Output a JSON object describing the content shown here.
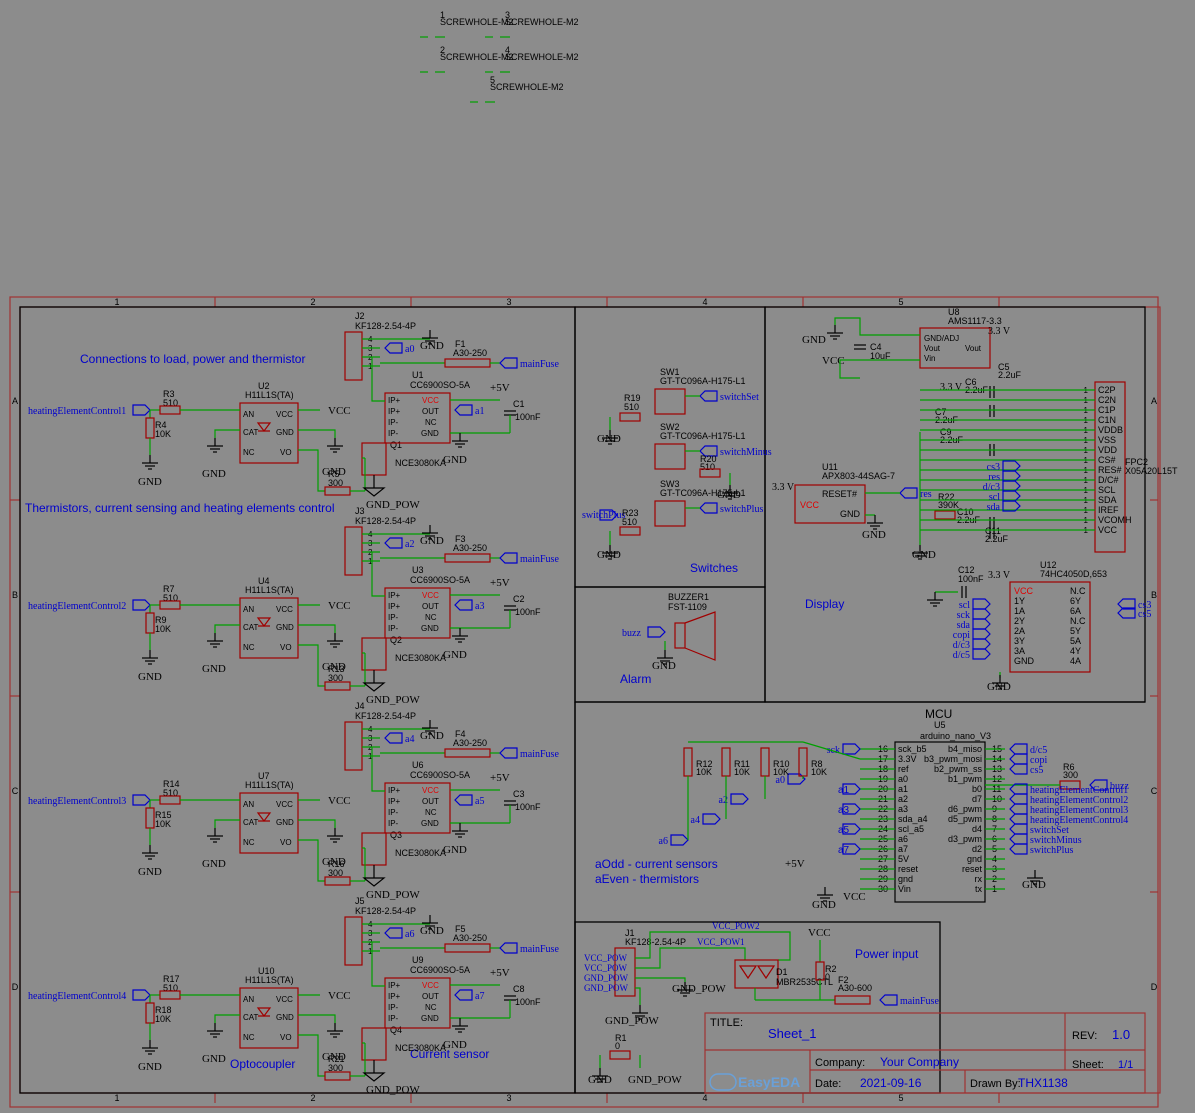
{
  "screwholes": [
    {
      "num": "1",
      "name": "SCREWHOLE-M2"
    },
    {
      "num": "2",
      "name": "SCREWHOLE-M2"
    },
    {
      "num": "3",
      "name": "SCREWHOLE-M2"
    },
    {
      "num": "4",
      "name": "SCREWHOLE-M2"
    },
    {
      "num": "5",
      "name": "SCREWHOLE-M2"
    }
  ],
  "grid": {
    "cols": [
      "1",
      "2",
      "3",
      "4",
      "5"
    ],
    "rows": [
      "A",
      "B",
      "C",
      "D"
    ]
  },
  "sections": {
    "conn": "Connections to load, power and thermistor",
    "therm": "Thermistors, current sensing and heating elements control",
    "switches": "Switches",
    "alarm": "Alarm",
    "display": "Display",
    "mcu": "MCU",
    "power": "Power input",
    "opto": "Optocoupler",
    "cs": "Current sensor",
    "aodd": "aOdd - current sensors",
    "aeven": "aEven - thermistors"
  },
  "channels": [
    {
      "j": "J2",
      "u_opt": "U2",
      "u_cs": "U1",
      "q": "Q1",
      "r_in": "R3",
      "r_in_v": "510",
      "r_pd": "R4",
      "r_pd_v": "10K",
      "r_g": "R5",
      "r_g_v": "300",
      "f": "F1",
      "c": "C1",
      "c_v": "100nF",
      "an_a": "a0",
      "cs_a": "a1",
      "ctrl": "heatingElementControl1"
    },
    {
      "j": "J3",
      "u_opt": "U4",
      "u_cs": "U3",
      "q": "Q2",
      "r_in": "R7",
      "r_in_v": "510",
      "r_pd": "R9",
      "r_pd_v": "10K",
      "r_g": "R13",
      "r_g_v": "300",
      "f": "F3",
      "c": "C2",
      "c_v": "100nF",
      "an_a": "a2",
      "cs_a": "a3",
      "ctrl": "heatingElementControl2"
    },
    {
      "j": "J4",
      "u_opt": "U7",
      "u_cs": "U6",
      "q": "Q3",
      "r_in": "R14",
      "r_in_v": "510",
      "r_pd": "R15",
      "r_pd_v": "10K",
      "r_g": "R16",
      "r_g_v": "300",
      "f": "F4",
      "c": "C3",
      "c_v": "100nF",
      "an_a": "a4",
      "cs_a": "a5",
      "ctrl": "heatingElementControl3"
    },
    {
      "j": "J5",
      "u_opt": "U10",
      "u_cs": "U9",
      "q": "Q4",
      "r_in": "R17",
      "r_in_v": "510",
      "r_pd": "R18",
      "r_pd_v": "10K",
      "r_g": "R21",
      "r_g_v": "300",
      "f": "F5",
      "c": "C8",
      "c_v": "100nF",
      "an_a": "a6",
      "cs_a": "a7",
      "ctrl": "heatingElementControl4"
    }
  ],
  "parts": {
    "conn": "KF128-2.54-4P",
    "fuse": "A30-250",
    "opto": "H11L1S(TA)",
    "cs": "CC6900SO-5A",
    "fet": "NCE3080KA",
    "main_fuse": "mainFuse",
    "gnd": "GND",
    "gnd_pow": "GND_POW",
    "vcc": "VCC",
    "p5v": "+5V",
    "p33": "3.3 V"
  },
  "opto_pins": {
    "an": "AN",
    "cat": "CAT",
    "nc": "NC",
    "vcc": "VCC",
    "gnd": "GND",
    "vo": "VO"
  },
  "cs_pins": {
    "ipp1": "IP+",
    "ipp2": "IP+",
    "ipm1": "IP-",
    "ipm2": "IP-",
    "vcc": "VCC",
    "out": "OUT",
    "nc": "NC",
    "gnd": "GND"
  },
  "switches": [
    {
      "ref": "SW1",
      "part": "GT-TC096A-H175-L1",
      "net": "switchSet",
      "r": "R19",
      "rv": "510"
    },
    {
      "ref": "SW2",
      "part": "GT-TC096A-H175-L1",
      "net": "switchMinus",
      "r": "R20",
      "rv": "510"
    },
    {
      "ref": "SW3",
      "part": "GT-TC096A-H175-L1",
      "net": "switchPlus",
      "r": "R23",
      "rv": "510"
    }
  ],
  "buzzer": {
    "ref": "BUZZER1",
    "part": "FST-1109",
    "net": "buzz"
  },
  "display": {
    "u8": "U8",
    "u8p": "AMS1117-3.3",
    "u8_pins": [
      "GND/ADJ",
      "Vout",
      "Vin",
      "Vout"
    ],
    "c4": "C4",
    "c4v": "10uF",
    "u11": "U11",
    "u11p": "APX803-44SAG-7",
    "u11_pins": [
      "RESET#",
      "VCC",
      "GND"
    ],
    "r22": "R22",
    "r22v": "390K",
    "res": "res",
    "caps": [
      {
        "r": "C5",
        "v": "2.2uF"
      },
      {
        "r": "C6",
        "v": "2.2uF"
      },
      {
        "r": "C7",
        "v": "2.2uF"
      },
      {
        "r": "C9",
        "v": "2.2uF"
      },
      {
        "r": "C10",
        "v": "2.2uF"
      },
      {
        "r": "C11",
        "v": "2.2uF"
      },
      {
        "r": "C12",
        "v": "100nF"
      }
    ],
    "fpc": "FPC2",
    "fpcp": "X05A20L15T",
    "fpc_pins": [
      "C2P",
      "C2N",
      "C1P",
      "C1N",
      "VDDB",
      "VSS",
      "VDD",
      "CS#",
      "RES#",
      "D/C#",
      "SCL",
      "SDA",
      "IREF",
      "VCOMH",
      "VCC"
    ],
    "fpc_nets": [
      "cs3",
      "res",
      "d/c3",
      "scl",
      "sda"
    ],
    "u12": "U12",
    "u12p": "74HC4050D,653",
    "u12_left": [
      "VCC",
      "1Y",
      "1A",
      "2Y",
      "2A",
      "3Y",
      "3A",
      "GND"
    ],
    "u12_right": [
      "N.C",
      "6Y",
      "6A",
      "N.C",
      "5Y",
      "5A",
      "4Y",
      "4A"
    ],
    "u12_in": [
      "scl",
      "sck",
      "sda",
      "copi",
      "d/c3",
      "d/c5"
    ],
    "u12_out": [
      "cs3",
      "cs5"
    ]
  },
  "mcu": {
    "ref": "U5",
    "part": "arduino_nano_V3",
    "left": [
      "sck_b5",
      "3.3V",
      "ref",
      "a0",
      "a1",
      "a2",
      "a3",
      "sda_a4",
      "scl_a5",
      "a6",
      "a7",
      "5V",
      "reset",
      "gnd",
      "Vin"
    ],
    "left_nums": [
      "16",
      "17",
      "18",
      "19",
      "20",
      "21",
      "22",
      "23",
      "24",
      "25",
      "26",
      "27",
      "28",
      "29",
      "30"
    ],
    "right": [
      "b4_miso",
      "b3_pwm_mosi",
      "b2_pwm_ss",
      "b1_pwm",
      "b0",
      "d7",
      "d6_pwm",
      "d5_pwm",
      "d4",
      "d3_pwm",
      "d2",
      "gnd",
      "reset",
      "rx",
      "tx"
    ],
    "right_nums": [
      "15",
      "14",
      "13",
      "12",
      "11",
      "10",
      "9",
      "8",
      "7",
      "6",
      "5",
      "4",
      "3",
      "2",
      "1"
    ],
    "right_nets": [
      "d/c5",
      "copi",
      "cs5",
      "buzz",
      "heatingElementControl1",
      "heatingElementControl2",
      "heatingElementControl3",
      "heatingElementControl4",
      "switchSet",
      "switchMinus",
      "switchPlus"
    ],
    "pullups": [
      {
        "r": "R12",
        "v": "10K"
      },
      {
        "r": "R11",
        "v": "10K"
      },
      {
        "r": "R10",
        "v": "10K"
      },
      {
        "r": "R8",
        "v": "10K"
      }
    ],
    "r6": "R6",
    "r6v": "300",
    "sck": "sck"
  },
  "power": {
    "j1": "J1",
    "j1p": "KF128-2.54-4P",
    "nets": [
      "VCC_POW",
      "VCC_POW",
      "GND_POW",
      "GND_POW"
    ],
    "vp2": "VCC_POW2",
    "vp1": "VCC_POW1",
    "d1": "D1",
    "d1p": "MBR2535CTL",
    "r2": "R2",
    "r2v": "0",
    "f2": "F2",
    "f2v": "A30-600",
    "r1": "R1",
    "r1v": "0"
  },
  "titleblock": {
    "title_lbl": "TITLE:",
    "title": "Sheet_1",
    "rev_lbl": "REV:",
    "rev": "1.0",
    "company_lbl": "Company:",
    "company": "Your Company",
    "sheet_lbl": "Sheet:",
    "sheet": "1/1",
    "date_lbl": "Date:",
    "date": "2021-09-16",
    "drawn_lbl": "Drawn By:",
    "drawn": "THX1138",
    "logo": "EasyEDA"
  }
}
